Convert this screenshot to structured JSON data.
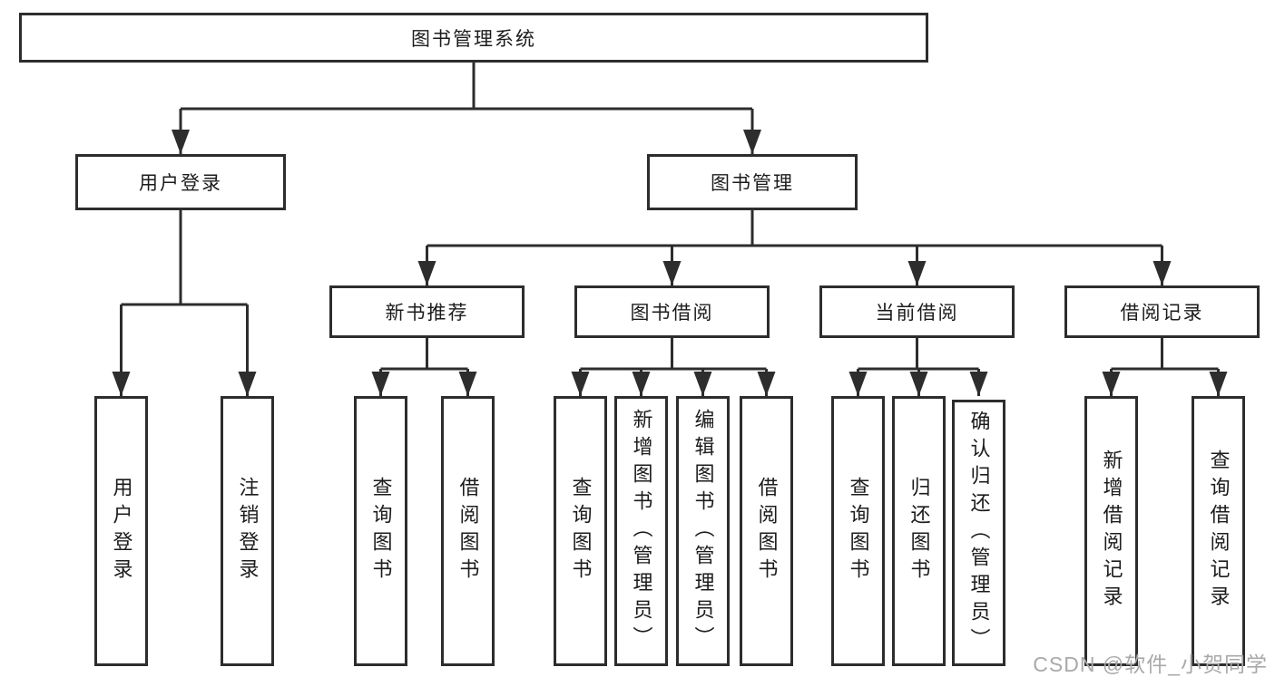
{
  "diagram": {
    "root": "图书管理系统",
    "level2": [
      "用户登录",
      "图书管理"
    ],
    "level3": [
      "新书推荐",
      "图书借阅",
      "当前借阅",
      "借阅记录"
    ],
    "leaves": {
      "user": [
        "用户登录",
        "注销登录"
      ],
      "recommend": [
        "查询图书",
        "借阅图书"
      ],
      "borrow": [
        "查询图书",
        "新增图书（管理员）",
        "编辑图书（管理员）",
        "借阅图书"
      ],
      "current": [
        "查询图书",
        "归还图书",
        "确认归还（管理员）"
      ],
      "records": [
        "新增借阅记录",
        "查询借阅记录"
      ]
    }
  },
  "watermark": {
    "text": "CSDN @软件_小贺同学"
  },
  "colors": {
    "line": "#2d2d2d",
    "text": "#1c1c1c",
    "background": "#ffffff",
    "watermark": "#a9a9a9"
  }
}
